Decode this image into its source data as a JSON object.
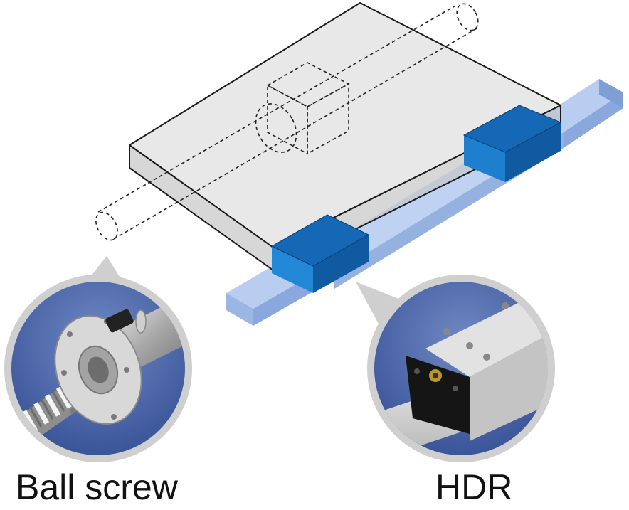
{
  "labels": {
    "ball_screw": "Ball screw",
    "hdr": "HDR"
  },
  "colors": {
    "rail": "#9cb6e4",
    "rail_shade": "#7f9ed6",
    "block_top": "#1568b5",
    "block_front": "#1f7fcf",
    "block_side": "#0f5aa0",
    "table_top": "#e6e6e6",
    "table_front": "#d2d2d2",
    "callout_ring": "#cfcfcf",
    "callout_bg": "#3f5a9c"
  },
  "icons": [
    "ball-screw-photo",
    "hdr-guide-photo"
  ]
}
